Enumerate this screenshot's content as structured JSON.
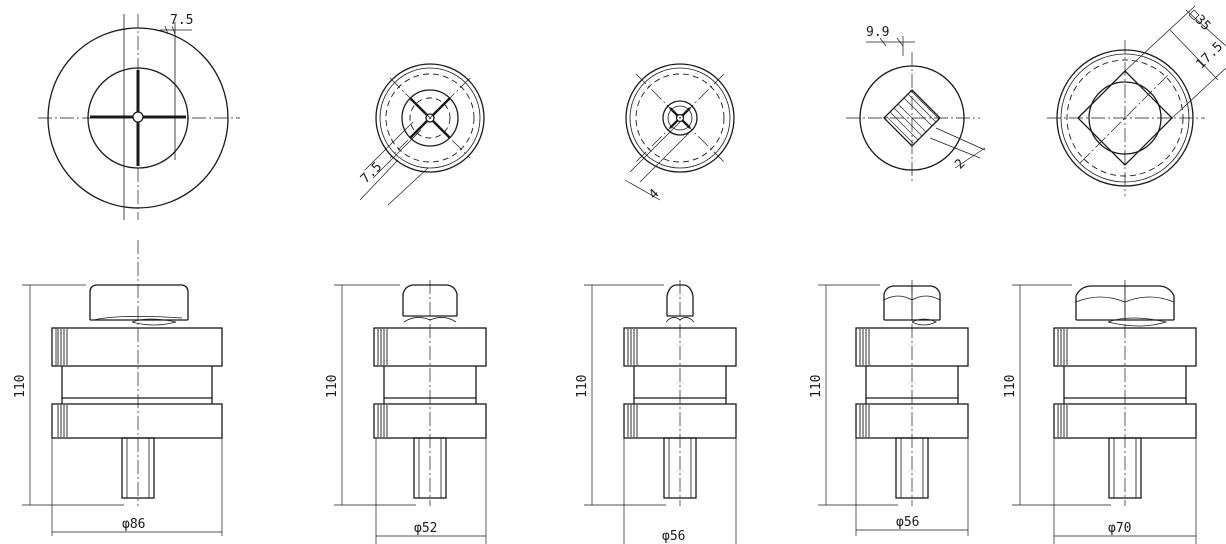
{
  "drawing": {
    "overall_height": "110",
    "top_view_dims": {
      "v1_offset": "7.5",
      "v2_offset": "7.5",
      "v3_offset": "4",
      "v4_offset": "9.9",
      "v4_small": "2",
      "v5_square": "□35",
      "v5_offset": "17.5"
    },
    "diameters": [
      "φ86",
      "φ52",
      "φ56",
      "φ56",
      "φ70"
    ]
  }
}
